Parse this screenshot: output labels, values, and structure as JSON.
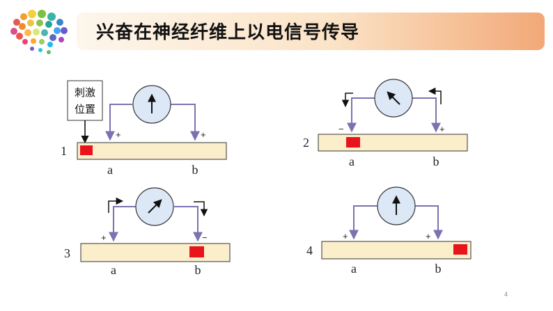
{
  "title": "兴奋在神经纤维上以电信号传导",
  "page_number": "4",
  "stimulus_label": [
    "刺激",
    "位置"
  ],
  "colors": {
    "fiber": "#fbeecb",
    "stimulus": "#e8141c",
    "wire": "#7b72b0",
    "meter": "#dce8f6"
  },
  "panels": [
    {
      "number": "1",
      "a_label": "a",
      "b_label": "b",
      "a_sign": "+",
      "b_sign": "+",
      "needle": "up",
      "stimulus": "left"
    },
    {
      "number": "2",
      "a_label": "a",
      "b_label": "b",
      "a_sign": "−",
      "b_sign": "+",
      "needle": "up-left",
      "stimulus": "at-a"
    },
    {
      "number": "3",
      "a_label": "a",
      "b_label": "b",
      "a_sign": "+",
      "b_sign": "−",
      "needle": "up-right",
      "stimulus": "at-b"
    },
    {
      "number": "4",
      "a_label": "a",
      "b_label": "b",
      "a_sign": "+",
      "b_sign": "+",
      "needle": "up",
      "stimulus": "right"
    }
  ]
}
